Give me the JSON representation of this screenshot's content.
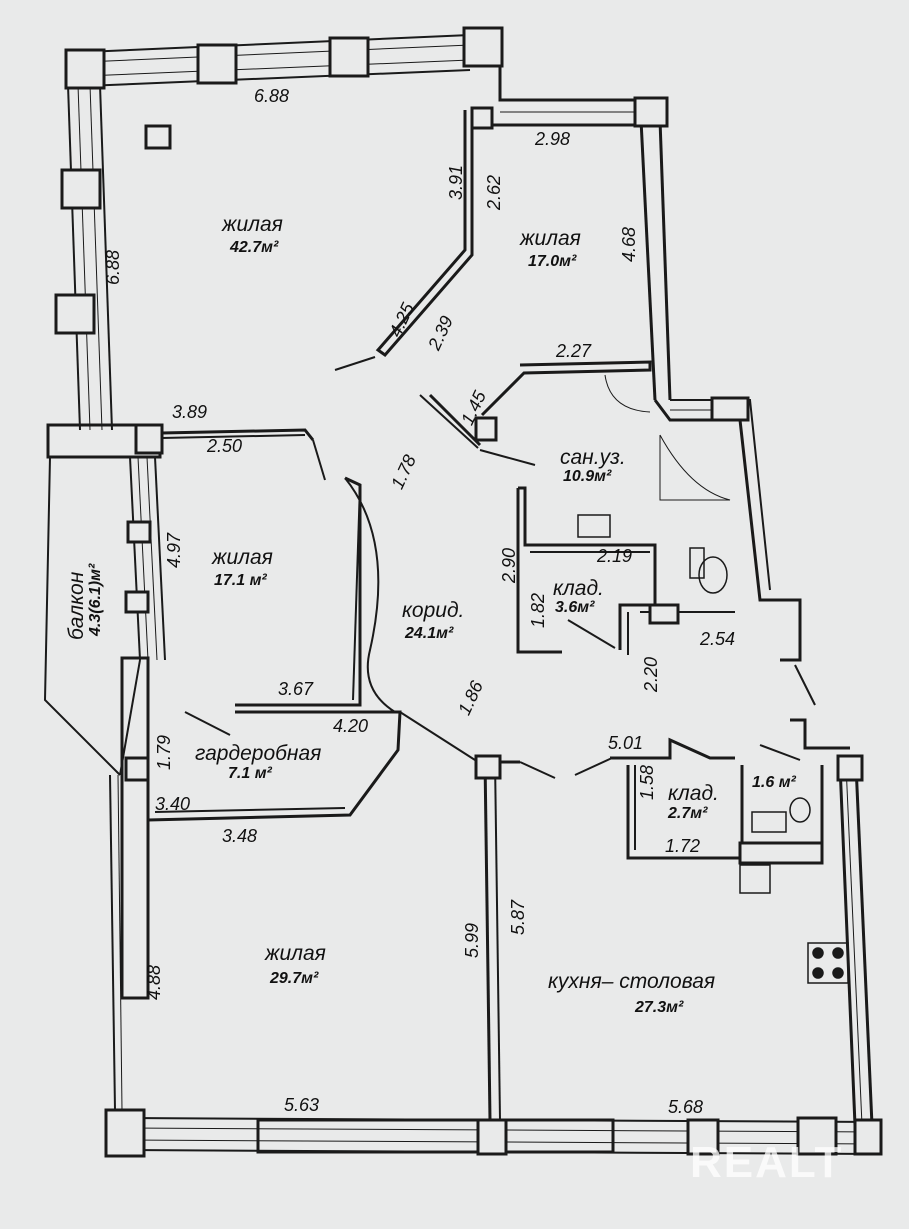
{
  "rooms": {
    "living1": {
      "name": "жилая",
      "area": "42.7м²"
    },
    "living2": {
      "name": "жилая",
      "area": "17.0м²"
    },
    "living3": {
      "name": "жилая",
      "area": "17.1 м²"
    },
    "living4": {
      "name": "жилая",
      "area": "29.7м²"
    },
    "bathroom": {
      "name": "сан.уз.",
      "area": "10.9м²"
    },
    "storage1": {
      "name": "клад.",
      "area": "3.6м²"
    },
    "storage2": {
      "name": "клад.",
      "area": "2.7м²"
    },
    "wc": {
      "area": "1.6 м²"
    },
    "corridor": {
      "name": "корид.",
      "area": "24.1м²"
    },
    "wardrobe": {
      "name": "гардеробная",
      "area": "7.1 м²"
    },
    "kitchen": {
      "name": "кухня– столовая",
      "area": "27.3м²"
    },
    "balcony": {
      "name": "балкон",
      "area": "4.3(6.1)м²"
    }
  },
  "dimensions": {
    "d688_top": "6.88",
    "d688_left": "6.88",
    "d391": "3.91",
    "d262": "2.62",
    "d298": "2.98",
    "d468": "4.68",
    "d425": "4.25",
    "d239": "2.39",
    "d227": "2.27",
    "d145": "1.45",
    "d389": "3.89",
    "d250": "2.50",
    "d178": "1.78",
    "d497": "4.97",
    "d290": "2.90",
    "d219": "2.19",
    "d182": "1.82",
    "d254": "2.54",
    "d220": "2.20",
    "d367": "3.67",
    "d420": "4.20",
    "d186": "1.86",
    "d179": "1.79",
    "d501": "5.01",
    "d158": "1.58",
    "d172": "1.72",
    "d340": "3.40",
    "d348": "3.48",
    "d599": "5.99",
    "d587": "5.87",
    "d488": "4.88",
    "d563": "5.63",
    "d568": "5.68"
  },
  "watermark": "REALT"
}
